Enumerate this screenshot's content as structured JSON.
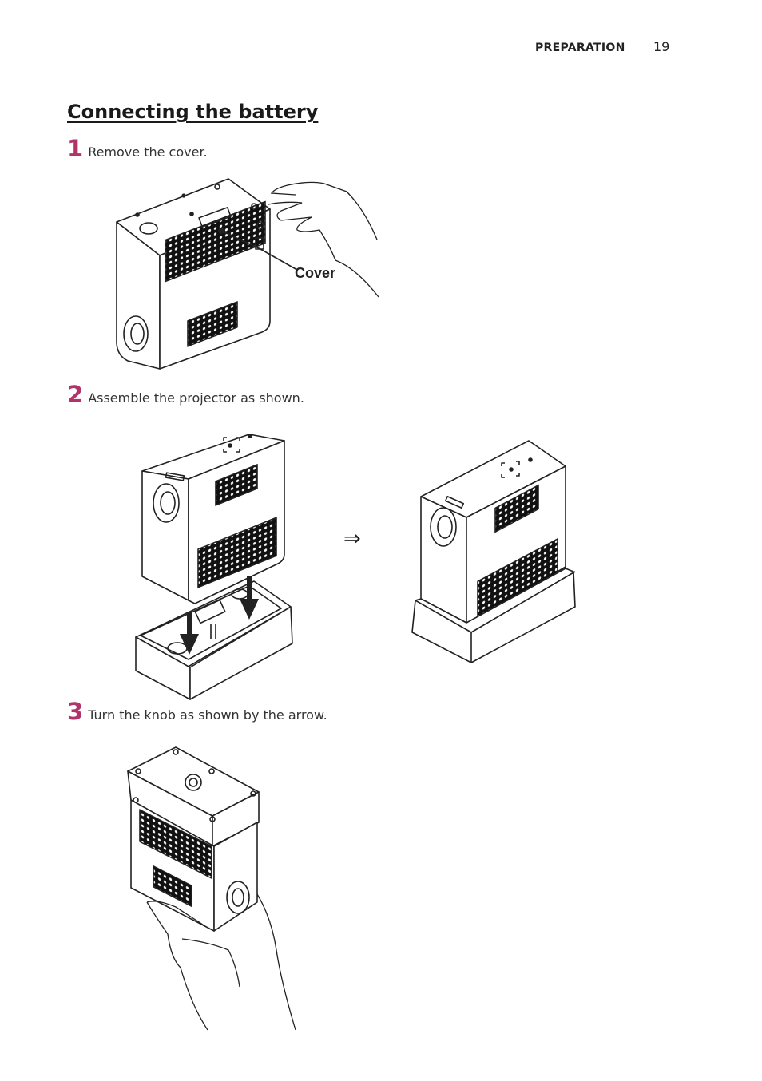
{
  "header": {
    "section": "PREPARATION",
    "page": "19"
  },
  "title": "Connecting the battery",
  "steps": [
    {
      "num": "1",
      "text": "Remove the cover."
    },
    {
      "num": "2",
      "text": "Assemble the projector as shown."
    },
    {
      "num": "3",
      "text": "Turn the knob as shown by the arrow."
    }
  ],
  "figure1": {
    "callout": "Cover"
  },
  "figure2": {
    "arrow": "⇒"
  },
  "colors": {
    "accent": "#b0336a",
    "line": "#222222"
  }
}
